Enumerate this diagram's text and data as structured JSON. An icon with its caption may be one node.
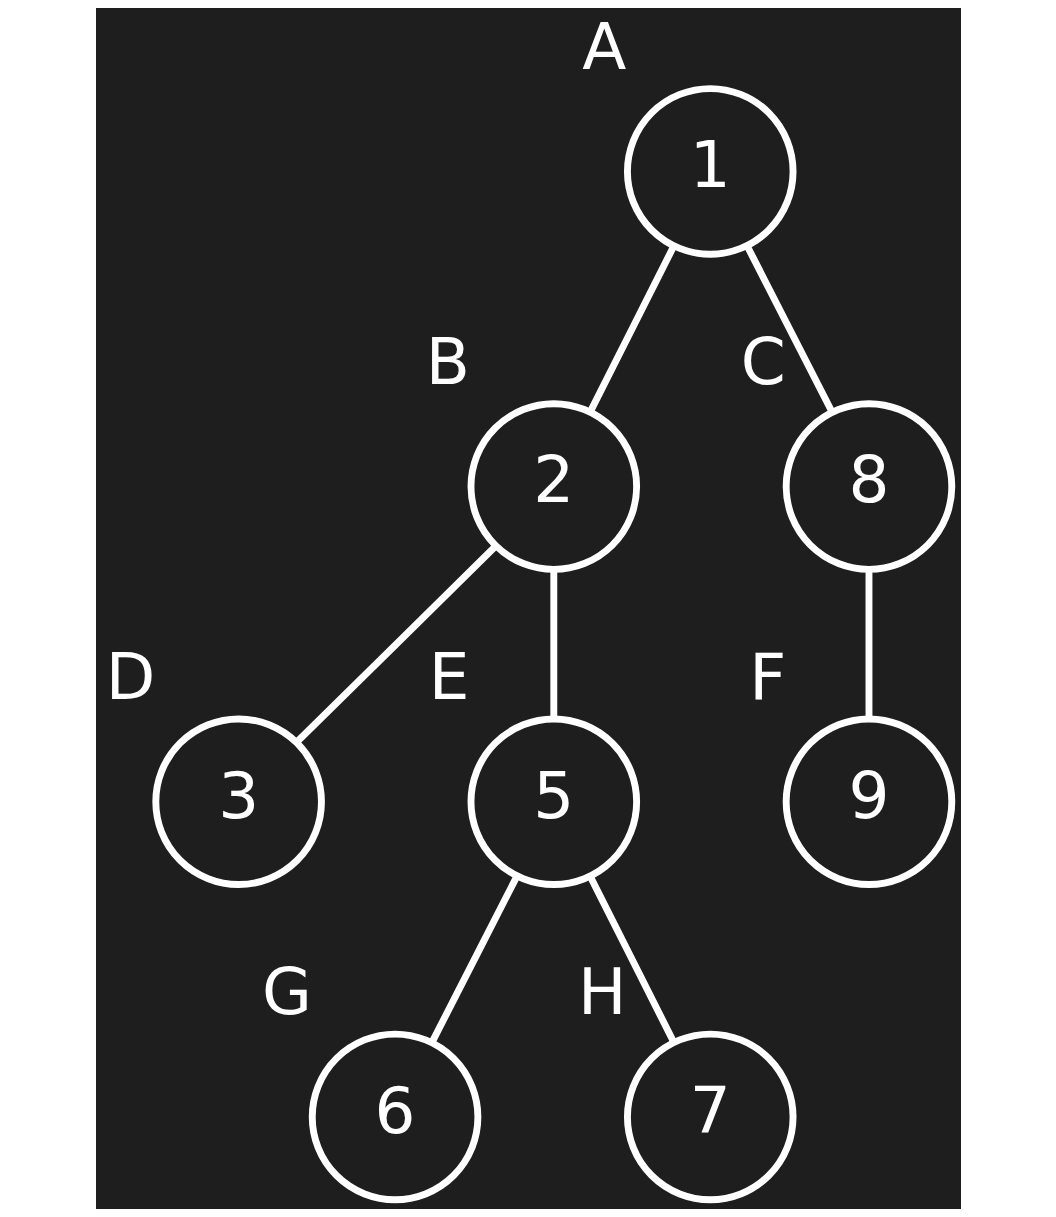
{
  "diagram": {
    "nodes": [
      {
        "text": [
          "1"
        ],
        "beside": [
          "A"
        ]
      },
      {
        "text": [
          "2"
        ],
        "beside": [
          "B"
        ]
      },
      {
        "text": [
          "8"
        ],
        "beside": [
          "C"
        ]
      },
      {
        "text": [
          "3"
        ],
        "beside": [
          "D"
        ]
      },
      {
        "text": [
          "5"
        ],
        "beside": [
          "E"
        ]
      },
      {
        "text": [
          "9"
        ],
        "beside": [
          "F"
        ]
      },
      {
        "text": [
          "6"
        ],
        "beside": [
          "G"
        ]
      },
      {
        "text": [
          "7"
        ],
        "beside": [
          "H"
        ]
      }
    ],
    "edges": [
      {
        "from": 0,
        "to": 1,
        "arrow": "none"
      },
      {
        "from": 0,
        "to": 2,
        "arrow": "none"
      },
      {
        "from": 1,
        "to": 3,
        "arrow": "none"
      },
      {
        "from": 1,
        "to": 4,
        "arrow": "none"
      },
      {
        "from": 2,
        "to": 5,
        "arrow": "none"
      },
      {
        "from": 4,
        "to": 6,
        "arrow": "none"
      },
      {
        "from": 4,
        "to": 7,
        "arrow": "none"
      }
    ]
  }
}
